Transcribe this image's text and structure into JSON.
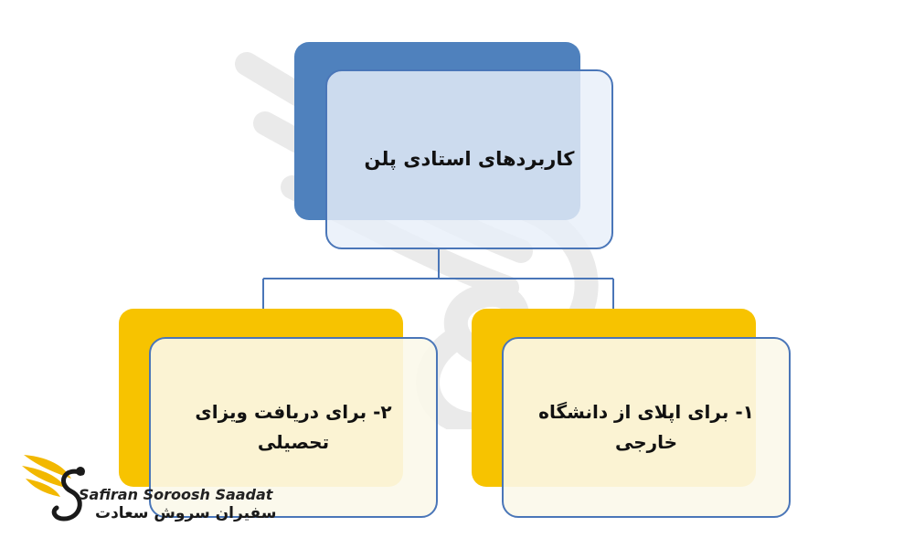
{
  "diagram": {
    "root": {
      "label": "کاربردهای استادی پلن"
    },
    "children": [
      {
        "label": "۱- برای اپلای از دانشگاه خارجی"
      },
      {
        "label": "۲- برای دریافت ویزای تحصیلی"
      }
    ]
  },
  "logo": {
    "latin_name": "Safiran Soroosh Saadat",
    "persian_name": "سفیران سروش سعادت"
  },
  "colors": {
    "root_back": "#4f81bd",
    "child_back": "#f7c300",
    "border": "#4a76b8",
    "connector": "#4a76b8"
  }
}
